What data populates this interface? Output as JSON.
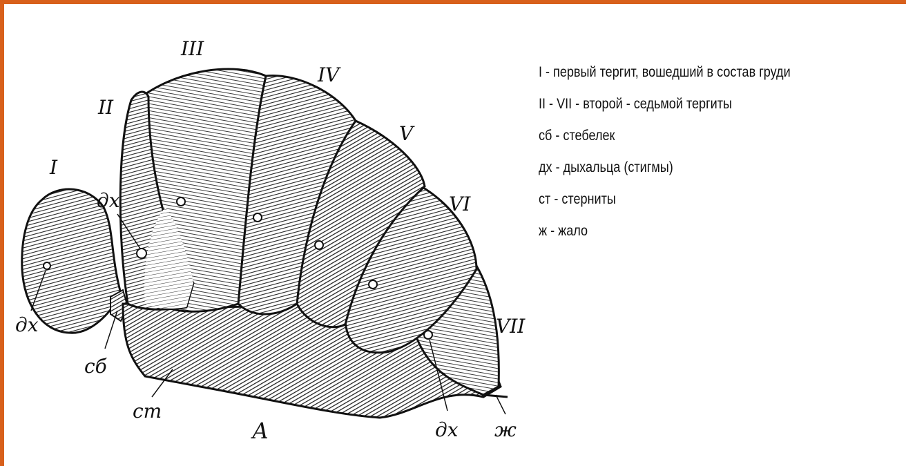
{
  "colors": {
    "frame": "#d8601c",
    "ink": "#1a1a1a",
    "paper": "#ffffff"
  },
  "figure": {
    "segment_labels": [
      "I",
      "II",
      "III",
      "IV",
      "V",
      "VI",
      "VII"
    ],
    "part_labels": {
      "spiracle": "дх",
      "petiole": "сб",
      "sternite": "ст",
      "sting": "ж"
    },
    "figure_letter": "А"
  },
  "legend": [
    "I - первый тергит, вошедший в состав груди",
    "II - VII - второй - седьмой тергиты",
    "сб - стебелек",
    "дх - дыхальца (стигмы)",
    "ст - стерниты",
    "ж - жало"
  ]
}
